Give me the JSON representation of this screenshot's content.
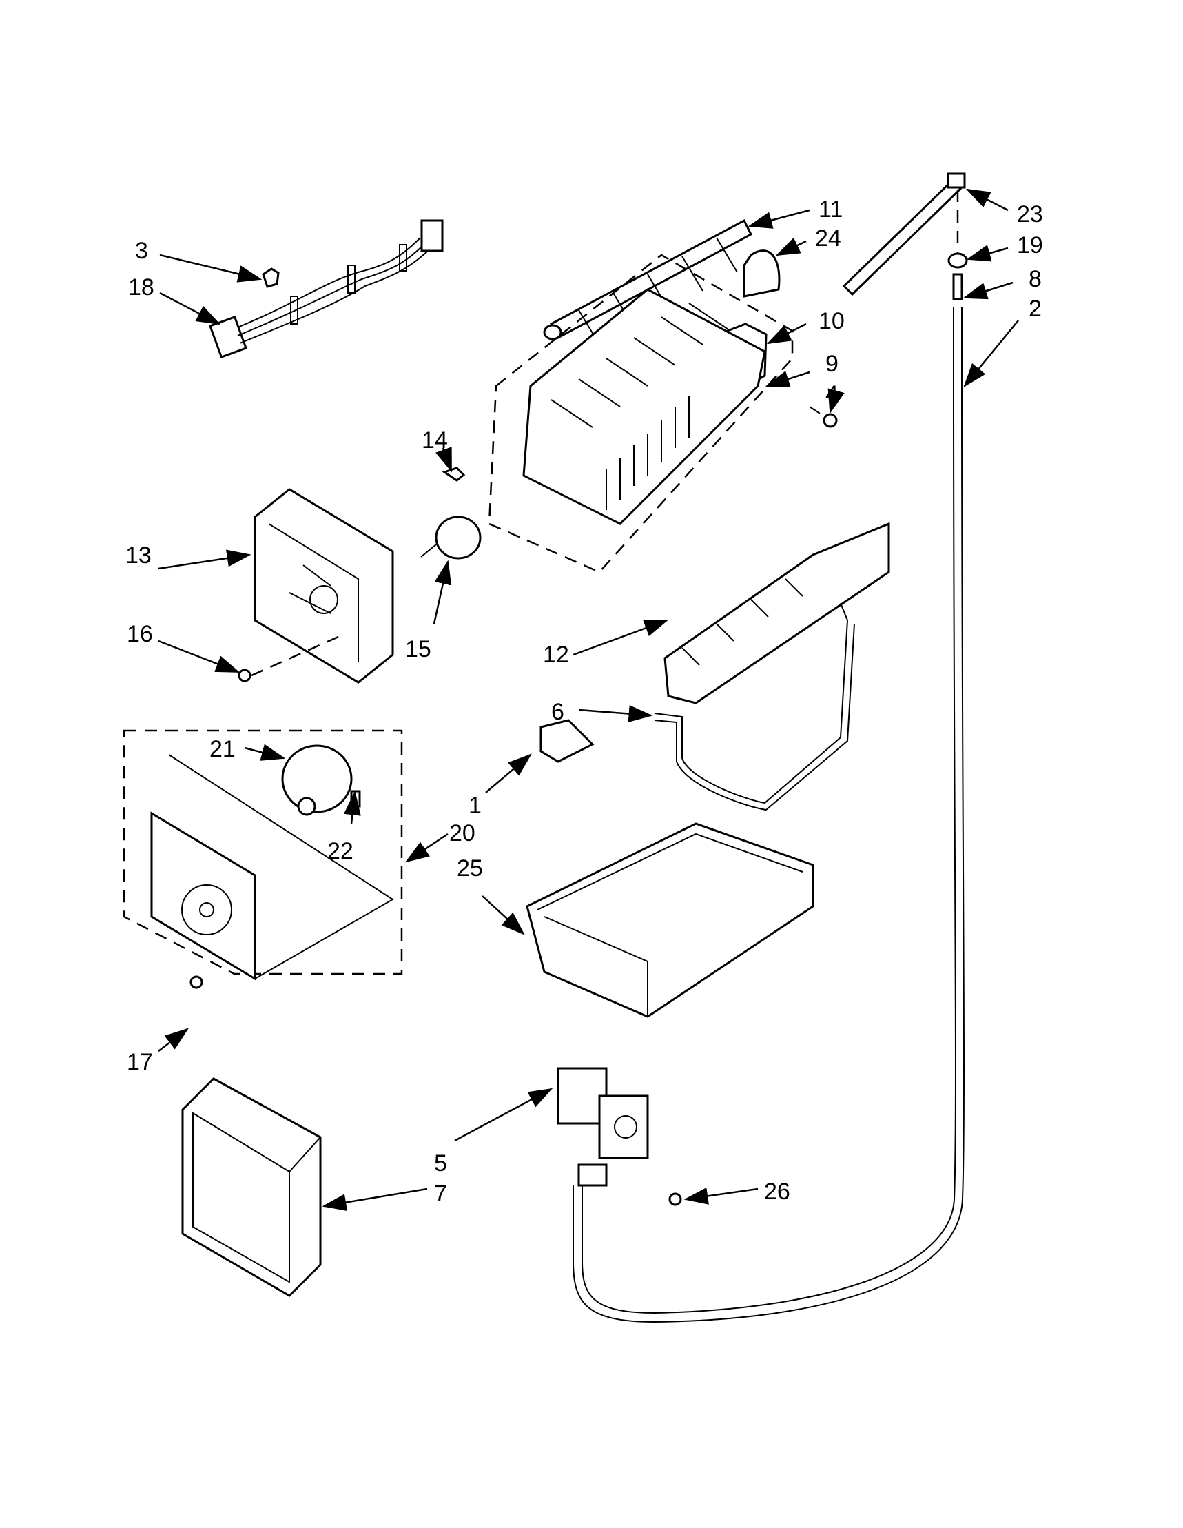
{
  "diagram": {
    "type": "exploded-parts-diagram",
    "subject": "ice maker assembly",
    "callouts": [
      {
        "id": "3",
        "label": "3"
      },
      {
        "id": "18",
        "label": "18"
      },
      {
        "id": "11",
        "label": "11"
      },
      {
        "id": "24",
        "label": "24"
      },
      {
        "id": "10",
        "label": "10"
      },
      {
        "id": "9",
        "label": "9"
      },
      {
        "id": "4",
        "label": "4"
      },
      {
        "id": "23",
        "label": "23"
      },
      {
        "id": "19",
        "label": "19"
      },
      {
        "id": "8",
        "label": "8"
      },
      {
        "id": "2",
        "label": "2"
      },
      {
        "id": "14",
        "label": "14"
      },
      {
        "id": "13",
        "label": "13"
      },
      {
        "id": "15",
        "label": "15"
      },
      {
        "id": "16",
        "label": "16"
      },
      {
        "id": "12",
        "label": "12"
      },
      {
        "id": "6",
        "label": "6"
      },
      {
        "id": "21",
        "label": "21"
      },
      {
        "id": "22",
        "label": "22"
      },
      {
        "id": "1",
        "label": "1"
      },
      {
        "id": "20",
        "label": "20"
      },
      {
        "id": "25",
        "label": "25"
      },
      {
        "id": "17",
        "label": "17"
      },
      {
        "id": "5",
        "label": "5"
      },
      {
        "id": "7",
        "label": "7"
      },
      {
        "id": "26",
        "label": "26"
      }
    ]
  }
}
